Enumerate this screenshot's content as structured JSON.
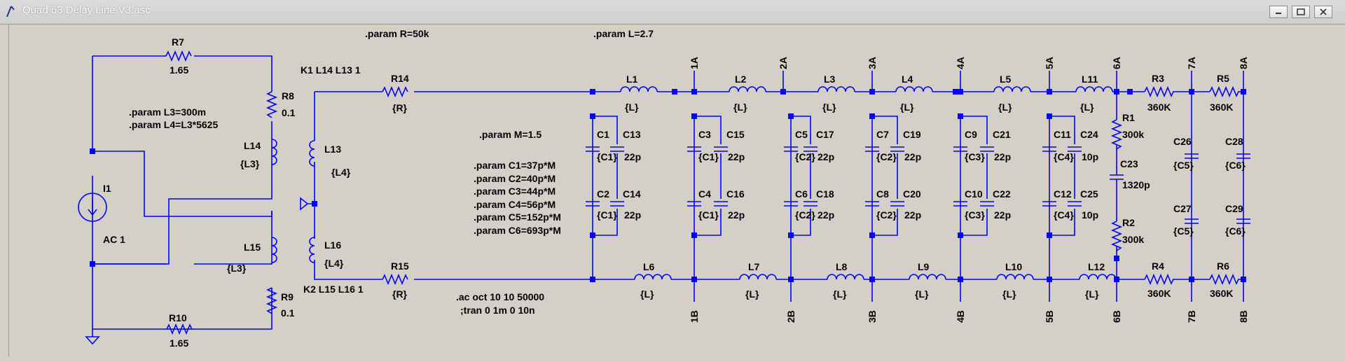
{
  "window": {
    "title": "Quad 63 Delay Line V3.asc",
    "min_icon": "minimize-icon",
    "max_icon": "maximize-icon",
    "close_icon": "close-icon"
  },
  "colors": {
    "wire": "#0000ff",
    "text": "#000000",
    "background": "#d4d0c8"
  },
  "directives": {
    "param_r": ".param R=50k",
    "param_l": ".param L=2.7",
    "param_l3": ".param L3=300m",
    "param_l4": ".param L4=L3*5625",
    "param_m": ".param M=1.5",
    "param_c1": ".param C1=37p*M",
    "param_c2": ".param C2=40p*M",
    "param_c3": ".param C3=44p*M",
    "param_c4": ".param C4=56p*M",
    "param_c5": ".param C5=152p*M",
    "param_c6": ".param C6=693p*M",
    "ac": ".ac oct 10 10 50000",
    "tran": ";tran 0 1m 0 10n",
    "k1": "K1 L14 L13 1",
    "k2": "K2 L15 L16 1"
  },
  "labels": {
    "R7": "R7",
    "R7v": "1.65",
    "R8": "R8",
    "R8v": "0.1",
    "R9": "R9",
    "R9v": "0.1",
    "R10": "R10",
    "R10v": "1.65",
    "I1": "I1",
    "I1v": "AC 1",
    "L14": "L14",
    "L14v": "{L3}",
    "L15": "L15",
    "L15v": "{L3}",
    "L13": "L13",
    "L13v": "{L4}",
    "L16": "L16",
    "L16v": "{L4}",
    "R14": "R14",
    "R14v": "{R}",
    "R15": "R15",
    "R15v": "{R}",
    "L1": "L1",
    "L2": "L2",
    "L3": "L3",
    "L4": "L4",
    "L5": "L5",
    "L11": "L11",
    "L6": "L6",
    "L7": "L7",
    "L8": "L8",
    "L9": "L9",
    "L10": "L10",
    "L12": "L12",
    "Lv": "{L}",
    "C1": "C1",
    "C2": "C2",
    "C3": "C3",
    "C4": "C4",
    "C5": "C5",
    "C6": "C6",
    "C7": "C7",
    "C8": "C8",
    "C9": "C9",
    "C10": "C10",
    "C11": "C11",
    "C12": "C12",
    "C13": "C13",
    "C14": "C14",
    "C15": "C15",
    "C16": "C16",
    "C17": "C17",
    "C18": "C18",
    "C19": "C19",
    "C20": "C20",
    "C21": "C21",
    "C22": "C22",
    "C23": "C23",
    "C23v": "1320p",
    "C24": "C24",
    "C25": "C25",
    "C10p": "10p",
    "C26": "C26",
    "C27": "C27",
    "C28": "C28",
    "C29": "C29",
    "vC1": "{C1}",
    "vC2": "{C2}",
    "vC3": "{C3}",
    "vC4": "{C4}",
    "vC5": "{C5}",
    "vC6": "{C6}",
    "v22p": "22p",
    "R1": "R1",
    "R2": "R2",
    "v300k": "300k",
    "R3": "R3",
    "R5": "R5",
    "R4": "R4",
    "R6": "R6",
    "v360K": "360K",
    "n1A": "1A",
    "n2A": "2A",
    "n3A": "3A",
    "n4A": "4A",
    "n5A": "5A",
    "n6A": "6A",
    "n7A": "7A",
    "n8A": "8A",
    "n1B": "1B",
    "n2B": "2B",
    "n3B": "3B",
    "n4B": "4B",
    "n5B": "5B",
    "n6B": "6B",
    "n7B": "7B",
    "n8B": "8B"
  }
}
